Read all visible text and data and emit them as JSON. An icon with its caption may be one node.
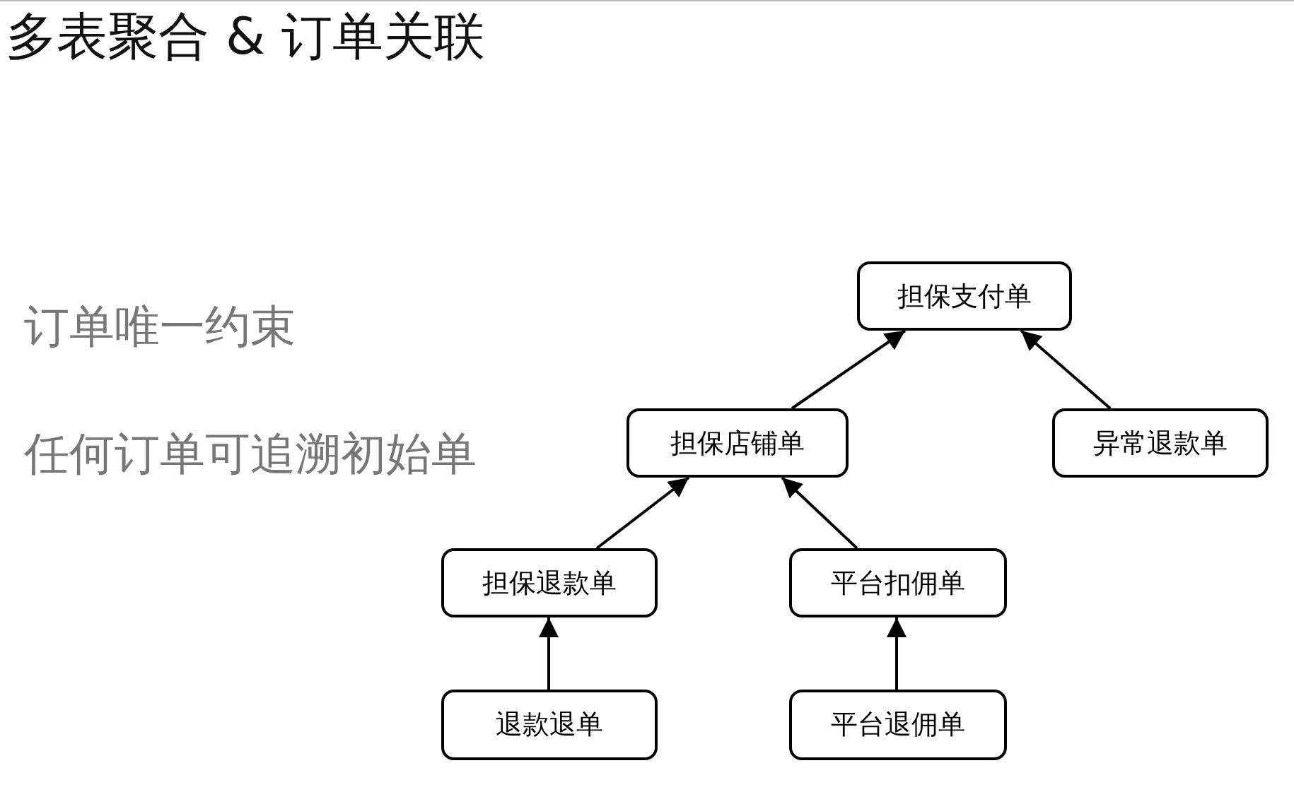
{
  "diagram": {
    "title": "多表聚合 & 订单关联",
    "nodes": [
      {
        "text": [
          "担保支付单"
        ]
      },
      {
        "text": [
          "担保店铺单"
        ]
      },
      {
        "text": [
          "异常退款单"
        ]
      },
      {
        "text": [
          "担保退款单"
        ]
      },
      {
        "text": [
          "平台扣佣单"
        ]
      },
      {
        "text": [
          "退款退单"
        ]
      },
      {
        "text": [
          "平台退佣单"
        ]
      }
    ],
    "edges": [
      {
        "from": 1,
        "to": 0,
        "arrow": "to"
      },
      {
        "from": 2,
        "to": 0,
        "arrow": "to"
      },
      {
        "from": 3,
        "to": 1,
        "arrow": "to"
      },
      {
        "from": 4,
        "to": 1,
        "arrow": "to"
      },
      {
        "from": 5,
        "to": 3,
        "arrow": "to"
      },
      {
        "from": 6,
        "to": 4,
        "arrow": "to"
      }
    ],
    "labels": [
      "订单唯一约束",
      "任何订单可追溯初始单"
    ]
  }
}
